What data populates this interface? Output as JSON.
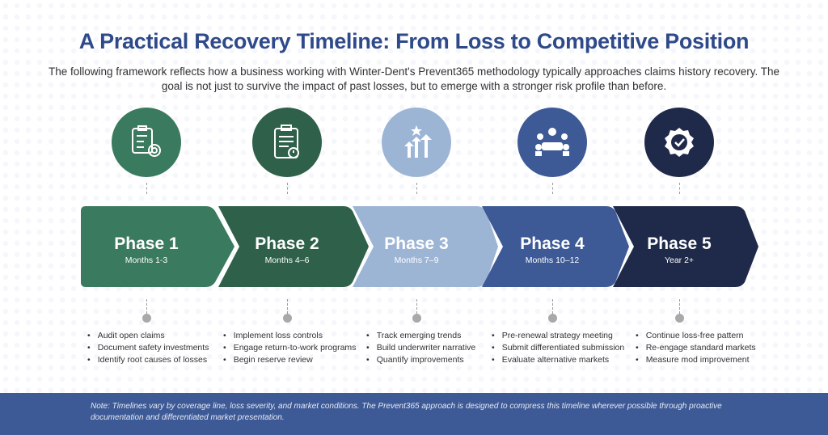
{
  "title": "A Practical Recovery Timeline: From Loss to Competitive Position",
  "subtitle": "The following framework reflects how a business working with Winter-Dent's Prevent365 methodology typically approaches claims history recovery. The goal is not just to survive the impact of past losses, but to emerge with a stronger risk profile than before.",
  "phases": [
    {
      "label": "Phase 1",
      "period": "Months 1-3",
      "color": "#3a7a5e",
      "icon": "clipboard-gear-icon",
      "items": [
        "Audit open claims",
        "Document safety investments",
        "Identify root causes of losses"
      ]
    },
    {
      "label": "Phase 2",
      "period": "Months 4–6",
      "color": "#2e604a",
      "icon": "clipboard-clock-icon",
      "items": [
        "Implement loss controls",
        "Engage return-to-work programs",
        "Begin reserve review"
      ]
    },
    {
      "label": "Phase 3",
      "period": "Months 7–9",
      "color": "#9db5d5",
      "icon": "arrows-up-star-icon",
      "items": [
        "Track emerging trends",
        "Build underwriter narrative",
        "Quantify improvements"
      ]
    },
    {
      "label": "Phase 4",
      "period": "Months 10–12",
      "color": "#3d5a96",
      "icon": "meeting-icon",
      "items": [
        "Pre-renewal strategy meeting",
        "Submit differentiated submission",
        "Evaluate alternative markets"
      ]
    },
    {
      "label": "Phase 5",
      "period": "Year 2+",
      "color": "#1f2a4a",
      "icon": "badge-check-icon",
      "items": [
        "Continue loss-free pattern",
        "Re-engage standard markets",
        "Measure mod improvement"
      ]
    }
  ],
  "footer_note": "Note: Timelines vary by coverage line, loss severity, and market conditions. The Prevent365 approach is designed to compress this timeline wherever possible through proactive documentation and differentiated market presentation."
}
